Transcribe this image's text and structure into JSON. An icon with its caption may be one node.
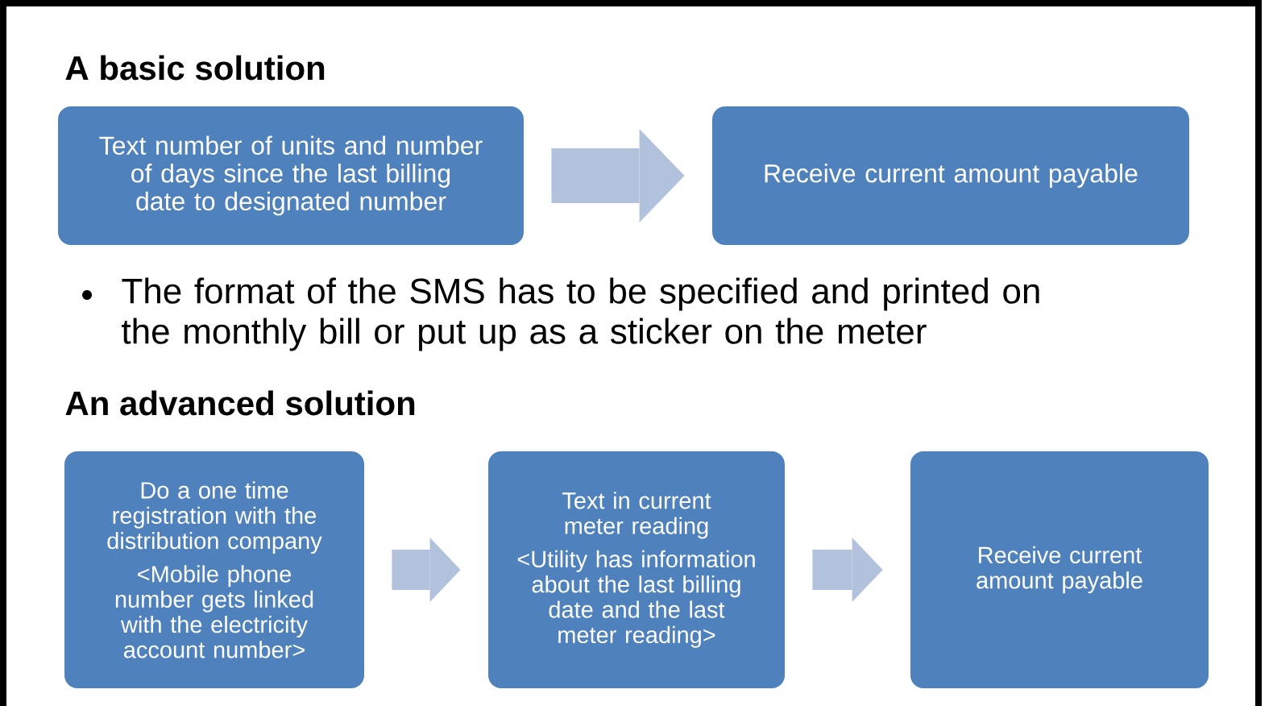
{
  "diagram": {
    "nodes": [
      {
        "text": [
          "Text number of units and number of days since the last billing date to designated number"
        ]
      },
      {
        "text": [
          "Receive current amount payable"
        ]
      },
      {
        "text": [
          "Do a one time registration with the distribution company",
          "<Mobile phone number gets linked with the electricity account number>"
        ]
      },
      {
        "text": [
          "Text in current meter reading",
          "<Utility has information about the last billing date and the last meter reading>"
        ]
      },
      {
        "text": [
          "Receive current amount payable"
        ]
      }
    ],
    "edges": [
      {
        "from": 0,
        "to": 1,
        "arrow": "to"
      },
      {
        "from": 2,
        "to": 3,
        "arrow": "to"
      },
      {
        "from": 3,
        "to": 4,
        "arrow": "to"
      }
    ],
    "labels": [
      "A basic solution",
      "The format of the SMS has to be specified and printed on the monthly bill  or put up as a sticker on the meter",
      "An advanced solution"
    ]
  }
}
